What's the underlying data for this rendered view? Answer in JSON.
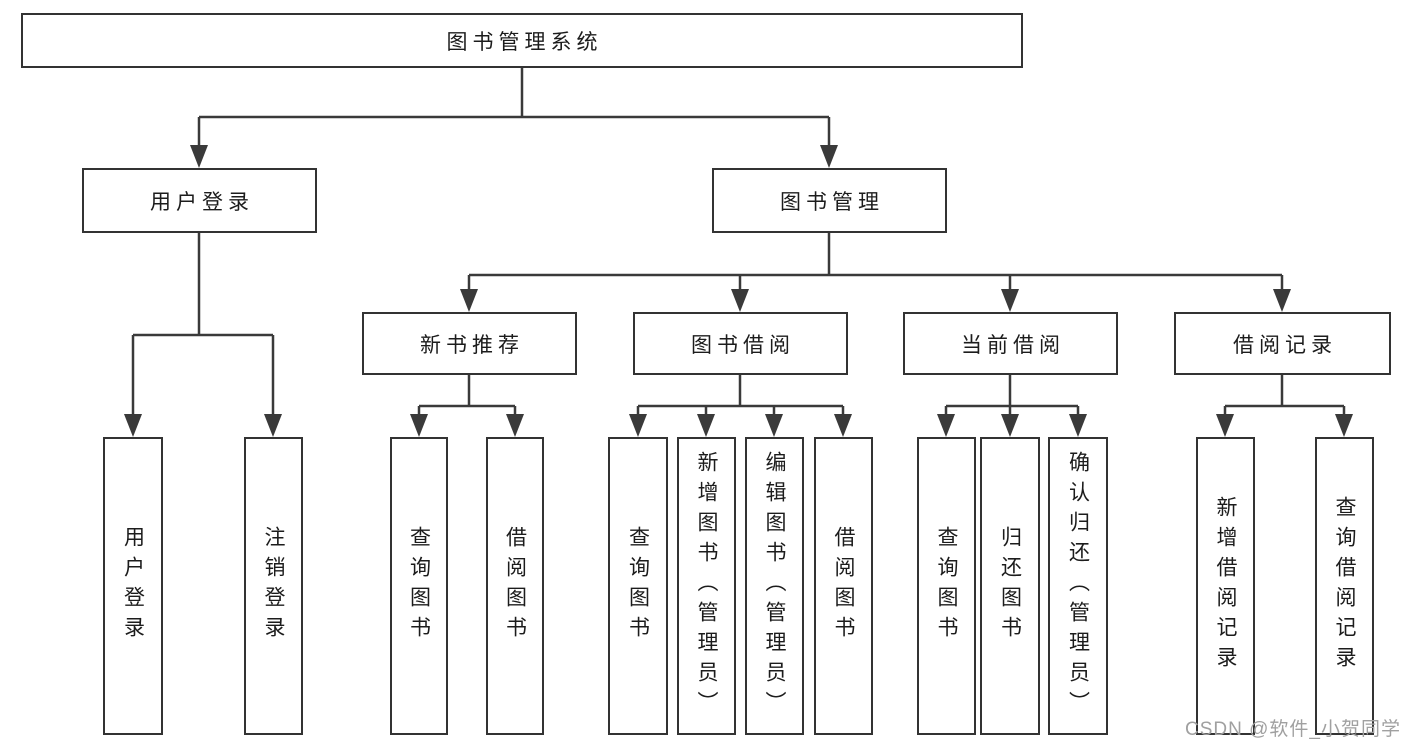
{
  "diagram_title": "图书管理系统",
  "colors": {
    "line": "#3a3a3a",
    "box_border": "#333333",
    "text": "#1c1c1c",
    "watermark": "#a0a0a0",
    "background": "#ffffff"
  },
  "tree": {
    "root": {
      "label": "图书管理系统"
    },
    "branches": [
      {
        "label": "用户登录",
        "children": [
          {
            "label": "用户登录"
          },
          {
            "label": "注销登录"
          }
        ]
      },
      {
        "label": "图书管理",
        "sections": [
          {
            "label": "新书推荐",
            "children": [
              {
                "label": "查询图书"
              },
              {
                "label": "借阅图书"
              }
            ]
          },
          {
            "label": "图书借阅",
            "children": [
              {
                "label": "查询图书"
              },
              {
                "label": "新增图书（管理员）"
              },
              {
                "label": "编辑图书（管理员）"
              },
              {
                "label": "借阅图书"
              }
            ]
          },
          {
            "label": "当前借阅",
            "children": [
              {
                "label": "查询图书"
              },
              {
                "label": "归还图书"
              },
              {
                "label": "确认归还（管理员）"
              }
            ]
          },
          {
            "label": "借阅记录",
            "children": [
              {
                "label": "新增借阅记录"
              },
              {
                "label": "查询借阅记录"
              }
            ]
          }
        ]
      }
    ]
  },
  "watermark": {
    "text": "CSDN @软件_小贺同学"
  }
}
